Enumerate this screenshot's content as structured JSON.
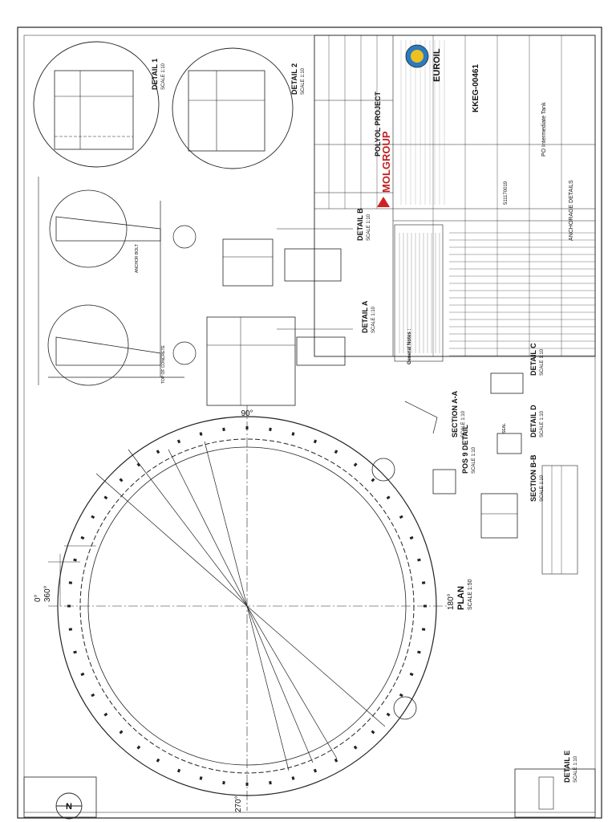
{
  "drawing": {
    "project": "POLYOL PROJECT",
    "company": "MOLGROUP",
    "client_logo": "EUROIL",
    "doc_number": "KKEG-00461",
    "title": "ANCHORAGE DETAILS",
    "equipment": "PO Intermediate Tank",
    "general_notes": "General Notes :",
    "site_ref": "511170019"
  },
  "plan": {
    "label": "PLAN",
    "scale": "SCALE 1:50",
    "angles": {
      "top": "90°",
      "left_a": "0°",
      "left_b": "360°",
      "right": "180°",
      "bottom": "270°"
    }
  },
  "details": [
    {
      "label": "DETAIL 1",
      "scale": "SCALE 1:10"
    },
    {
      "label": "DETAIL 2",
      "scale": "SCALE 1:10"
    },
    {
      "label": "DETAIL A",
      "scale": "SCALE 1:10"
    },
    {
      "label": "DETAIL B",
      "scale": "SCALE 1:10"
    },
    {
      "label": "DETAIL C",
      "scale": "SCALE 1:10"
    },
    {
      "label": "DETAIL D",
      "scale": "SCALE 1:10"
    },
    {
      "label": "DETAIL E",
      "scale": "SCALE 1:10"
    },
    {
      "label": "SECTION A-A",
      "scale": "SCALE 1:10"
    },
    {
      "label": "SECTION B-B",
      "scale": "SCALE 1:10"
    },
    {
      "label": "POS 9 DETAIL",
      "scale": "SCALE 1:10"
    }
  ],
  "callouts": {
    "top_of_concrete": "TOP OF CONCRETE",
    "anchor_bolt": "ANCHOR BOLT",
    "seal": "SEAL"
  },
  "north": "N"
}
